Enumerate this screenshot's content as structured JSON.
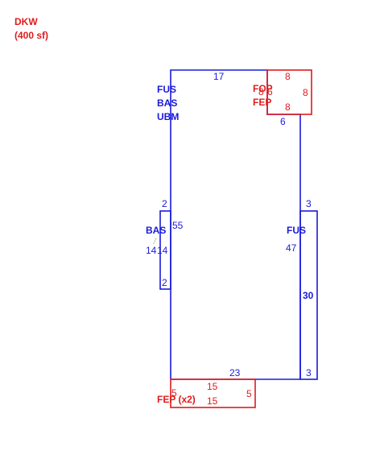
{
  "colors": {
    "blue": "#1a1adc",
    "red": "#e01b1b",
    "dim": "#888888"
  },
  "summary": {
    "code": "DKW",
    "area": "(400 sf)"
  },
  "main_labels": [
    "FUS",
    "BAS",
    "UBM"
  ],
  "top_right_box": {
    "codes": [
      "FOP",
      "FEP"
    ],
    "dims": {
      "top": "8",
      "right": "8",
      "bottom": "8",
      "left": "8",
      "left_extra": "6"
    }
  },
  "main_dims": {
    "top": "17",
    "right_notch": "6",
    "left_upper": "2",
    "left_mid": "55",
    "bottom": "23"
  },
  "left_bump": {
    "code": "BAS",
    "dim_a": "14",
    "dim_b": "14",
    "bottom": "2"
  },
  "right_strip": {
    "code": "FUS",
    "top": "3",
    "inner": "47",
    "outer": "30",
    "bottom": "3"
  },
  "bottom_box": {
    "code": "FEP (x2)",
    "top": "15",
    "bottom": "15",
    "left": "5",
    "right": "5"
  }
}
